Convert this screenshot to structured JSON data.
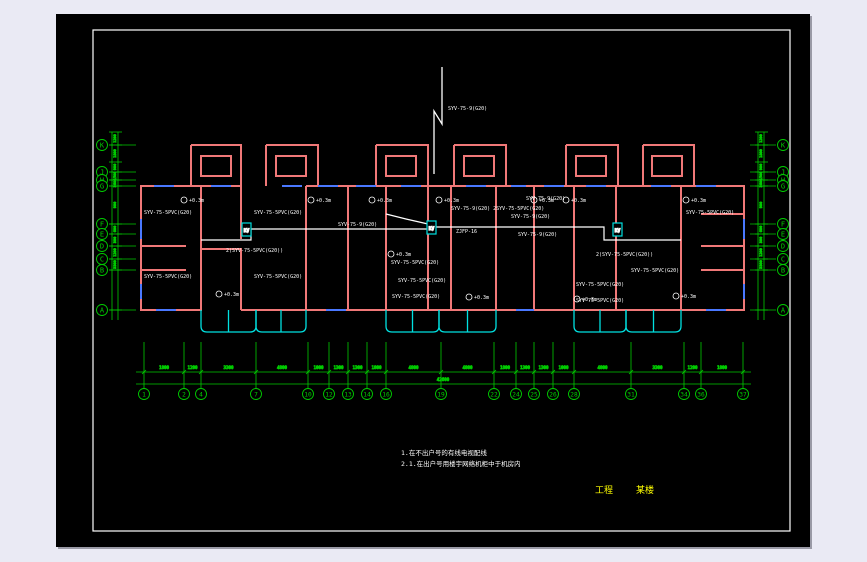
{
  "colors": {
    "background": "#000000",
    "frame": "#ffffff",
    "walls": "#f07878",
    "windows": "#4a78ff",
    "dimensions": "#00cc00",
    "axis_bubbles": "#00cc00",
    "balcony": "#00e0e0",
    "cable": "#ffffff",
    "title_text": "#ffff00",
    "annotations": "#ffffff"
  },
  "axis_labels_left": [
    "K",
    "J",
    "H",
    "G",
    "F",
    "E",
    "D",
    "C",
    "B",
    "A"
  ],
  "axis_labels_right": [
    "K",
    "J",
    "H",
    "G",
    "F",
    "E",
    "D",
    "C",
    "B",
    "A"
  ],
  "axis_labels_bottom": [
    "1",
    "2",
    "4",
    "7",
    "10",
    "12",
    "13",
    "14",
    "16",
    "19",
    "22",
    "24",
    "25",
    "26",
    "28",
    "31",
    "34",
    "36",
    "37"
  ],
  "dim_left": [
    "1200",
    "1800",
    "900",
    "1500",
    "3600",
    "900",
    "600",
    "300",
    "1200",
    "3300"
  ],
  "dim_right": [
    "1200",
    "1800",
    "900",
    "1500",
    "3600",
    "900",
    "600",
    "300",
    "1200",
    "3300"
  ],
  "dim_bottom": [
    "1800",
    "1200",
    "3300",
    "4800",
    "1000",
    "1300",
    "1300",
    "1800",
    "4800",
    "4800",
    "1800",
    "1300",
    "1300",
    "1000",
    "4800",
    "3300",
    "1200",
    "1800"
  ],
  "dim_total": "42600",
  "cable_labels": {
    "riser": "SYV-75-9(G20)",
    "trunk_left_a": "SYV-75-5PVC(G20)",
    "trunk_left_b": "2(SYV-75-5PVC(G20))",
    "trunk_left_c": "SYV-75-5PVC(G20)",
    "trunk_left_d": "SYV-75-5PVC(G20)",
    "trunk_left_e": "SYV-75-5PVC(G20)",
    "mid_a": "SYV-75-9(G20)",
    "mid_b": "SYV-75-5PVC(G20)",
    "mid_c": "SYV-75-5PVC(G20)",
    "mid_d": "SYV-75-5PVC(G20)",
    "center_a": "SYV-75-9(G20) 2SYV-75-5PVC(G20)",
    "center_b": "ZJFP-16",
    "center_c": "SYV-75-9(G20)",
    "center_d": "SYV-75-9(G20)",
    "right_a": "SYV-75-9(G20)",
    "right_b": "SYV-75-5PVC(G20)",
    "right_c": "2(SYV-75-5PVC(G20))",
    "right_d": "SYV-75-5PVC(G20)",
    "right_e": "SYV-75-5PVC(G20)",
    "right_f": "SYV-75-5PVC(G20)"
  },
  "outlet_marks": [
    "+0.3m",
    "+0.3m",
    "+0.3m",
    "+0.3m",
    "+0.3m",
    "+0.3m",
    "+0.3m",
    "+0.3m",
    "+0.3m",
    "+0.3m",
    "+0.3m",
    "+0.3m"
  ],
  "box_labels": [
    "KV",
    "KV",
    "KV"
  ],
  "notes": {
    "line1": "1.在不出户号的有线电视配线",
    "line2": "2.1.在出户号用楼宇网络机柜中于机房内"
  },
  "title_block": {
    "left": "工程",
    "right": "某楼"
  }
}
